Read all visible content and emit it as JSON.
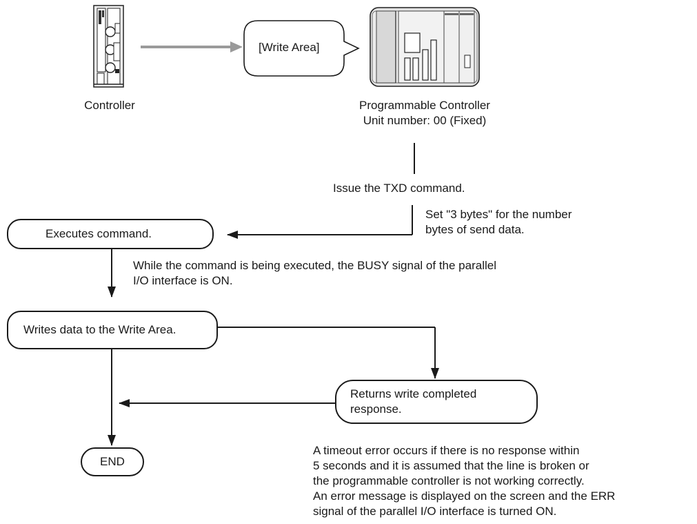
{
  "devices": {
    "controller_label": "Controller",
    "bubble_text": "[Write Area]",
    "plc_label_line1": "Programmable Controller",
    "plc_label_line2": "Unit number: 00 (Fixed)"
  },
  "flow": {
    "issue_txd": "Issue the TXD command.",
    "set_bytes_line1": "Set \"3 bytes\" for the number",
    "set_bytes_line2": "bytes of send data.",
    "executes_command": "Executes command.",
    "busy_note_line1": "While the command is being executed, the BUSY signal of the parallel",
    "busy_note_line2": "I/O interface is ON.",
    "writes_data": "Writes data to the Write Area.",
    "returns_line1": "Returns write completed",
    "returns_line2": "response.",
    "end": "END"
  },
  "timeout_note": [
    "A timeout error occurs if there is no response within",
    "5 seconds and it is assumed that the line is broken or",
    "the programmable controller is not working correctly.",
    "An error message is displayed on the screen and the ERR",
    "signal of the parallel I/O interface is turned ON."
  ],
  "colors": {
    "line": "#1a1a1a",
    "gray_arrow": "#9a9a9a",
    "device_fill": "#f2f2f2"
  }
}
